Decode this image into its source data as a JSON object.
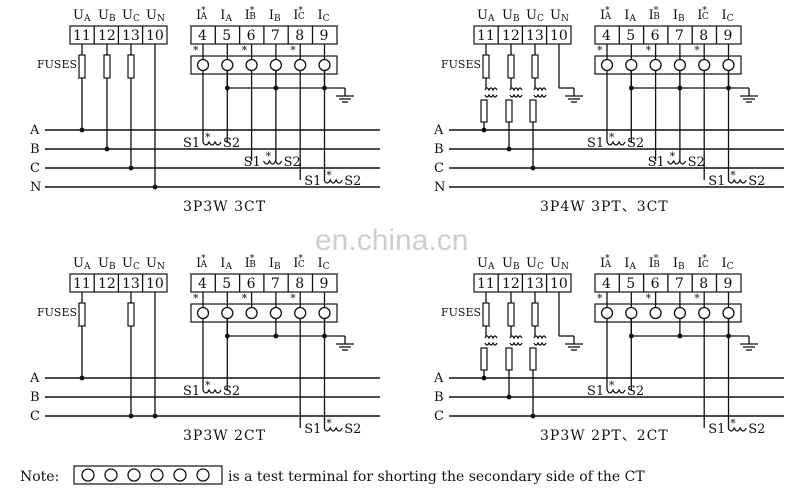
{
  "diagrams": [
    {
      "title": "3P3W 3CT",
      "voltage_headers": [
        "UA",
        "UB",
        "UC",
        "UN"
      ],
      "voltage_terminals": [
        "11",
        "12",
        "13",
        "10"
      ],
      "current_headers": [
        "IA*",
        "IA",
        "IB*",
        "IB",
        "IC*",
        "IC"
      ],
      "current_terminals": [
        "4",
        "5",
        "6",
        "7",
        "8",
        "9"
      ],
      "fuses_label": "FUSES",
      "lines": [
        "A",
        "B",
        "C",
        "N"
      ],
      "ct_labels": [
        [
          "S1",
          "S2"
        ],
        [
          "S1",
          "S2"
        ],
        [
          "S1",
          "S2"
        ]
      ]
    },
    {
      "title": "3P4W 3PT、3CT",
      "voltage_headers": [
        "UA",
        "UB",
        "UC",
        "UN"
      ],
      "voltage_terminals": [
        "11",
        "12",
        "13",
        "10"
      ],
      "current_headers": [
        "IA*",
        "IA",
        "IB*",
        "IB",
        "IC*",
        "IC"
      ],
      "current_terminals": [
        "4",
        "5",
        "6",
        "7",
        "8",
        "9"
      ],
      "fuses_label": "FUSES",
      "lines": [
        "A",
        "B",
        "C",
        "N"
      ],
      "ct_labels": [
        [
          "S1",
          "S2"
        ],
        [
          "S1",
          "S2"
        ],
        [
          "S1",
          "S2"
        ]
      ]
    },
    {
      "title": "3P3W 2CT",
      "voltage_headers": [
        "UA",
        "UB",
        "UC",
        "UN"
      ],
      "voltage_terminals": [
        "11",
        "12",
        "13",
        "10"
      ],
      "current_headers": [
        "IA*",
        "IA",
        "IB*",
        "IB",
        "IC*",
        "IC"
      ],
      "current_terminals": [
        "4",
        "5",
        "6",
        "7",
        "8",
        "9"
      ],
      "fuses_label": "FUSES",
      "lines": [
        "A",
        "B",
        "C"
      ],
      "ct_labels": [
        [
          "S1",
          "S2"
        ],
        [
          "S1",
          "S2"
        ]
      ]
    },
    {
      "title": "3P3W 2PT、2CT",
      "voltage_headers": [
        "UA",
        "UB",
        "UC",
        "UN"
      ],
      "voltage_terminals": [
        "11",
        "12",
        "13",
        "10"
      ],
      "current_headers": [
        "IA*",
        "IA",
        "IB*",
        "IB",
        "IC*",
        "IC"
      ],
      "current_terminals": [
        "4",
        "5",
        "6",
        "7",
        "8",
        "9"
      ],
      "fuses_label": "FUSES",
      "lines": [
        "A",
        "B",
        "C"
      ],
      "ct_labels": [
        [
          "S1",
          "S2"
        ],
        [
          "S1",
          "S2"
        ]
      ]
    }
  ],
  "watermark": "en.china.cn",
  "note": {
    "label": "Note:",
    "text": "is a test terminal for shorting the secondary side of the CT"
  }
}
